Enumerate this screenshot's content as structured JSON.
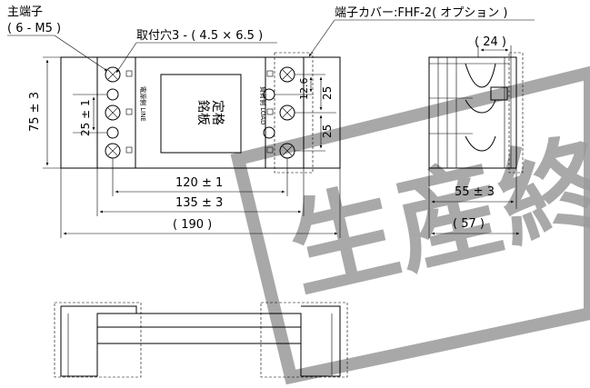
{
  "labels": {
    "main_terminal": "主端子",
    "main_terminal_spec": "( 6 - M5 )",
    "mounting_hole": "取付穴3 - ( 4.5 × 6.5 )",
    "terminal_cover": "端子カバー:FHF-2( オプション )",
    "rating_plate_line1": "定格",
    "rating_plate_line2": "銘板",
    "side_label_left": "電源側 LINE",
    "side_label_right": "負荷側 LOAD",
    "watermark": "生産終"
  },
  "dimensions": {
    "height_total": "75 ± 3",
    "pitch_left": "25 ± 1",
    "width_120": "120 ± 1",
    "width_135": "135 ± 3",
    "width_190": "( 190 )",
    "right_12_6": "12.6",
    "right_25a": "25",
    "right_25b": "25",
    "side_24": "( 24 )",
    "side_55": "55 ± 3",
    "side_57": "( 57 )"
  }
}
